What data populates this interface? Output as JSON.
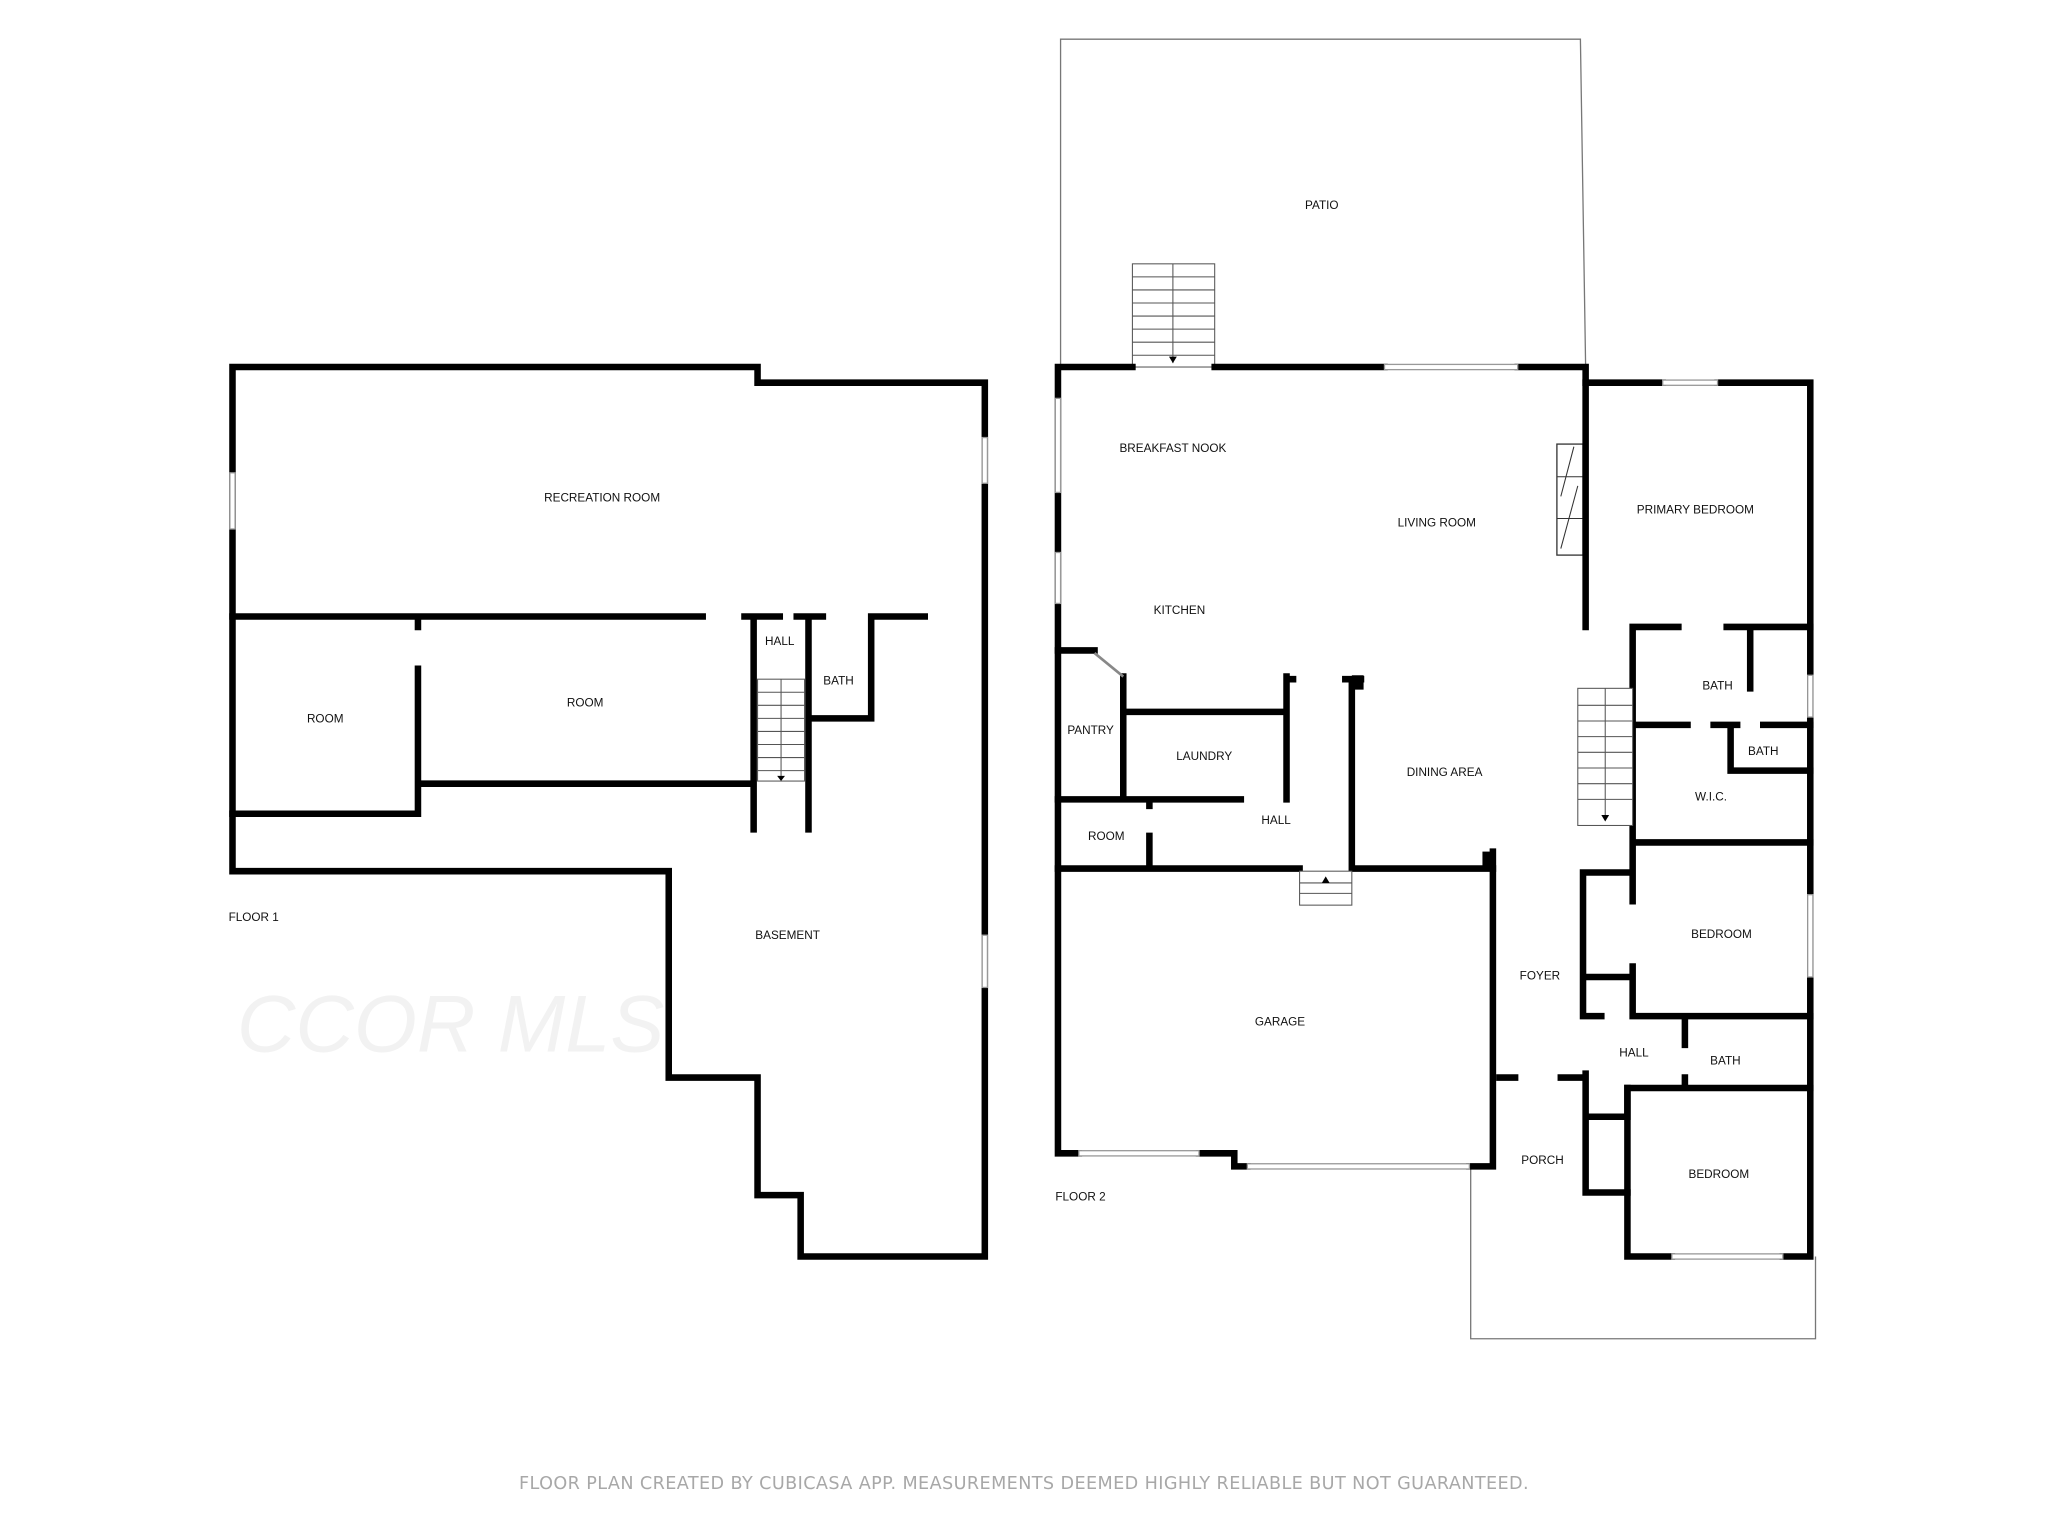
{
  "watermark": "CCOR MLS",
  "floor1": {
    "label": "FLOOR 1",
    "rooms": [
      "RECREATION ROOM",
      "ROOM",
      "ROOM",
      "HALL",
      "BATH",
      "BASEMENT"
    ]
  },
  "floor2": {
    "label": "FLOOR 2",
    "rooms": [
      "PATIO",
      "BREAKFAST NOOK",
      "LIVING ROOM",
      "PRIMARY BEDROOM",
      "KITCHEN",
      "BATH",
      "PANTRY",
      "LAUNDRY",
      "DINING AREA",
      "BATH",
      "W.I.C.",
      "ROOM",
      "HALL",
      "BEDROOM",
      "FOYER",
      "GARAGE",
      "HALL",
      "BATH",
      "PORCH",
      "BEDROOM"
    ]
  },
  "footer": "FLOOR PLAN CREATED BY CUBICASA APP. MEASUREMENTS DEEMED HIGHLY RELIABLE BUT NOT GUARANTEED."
}
